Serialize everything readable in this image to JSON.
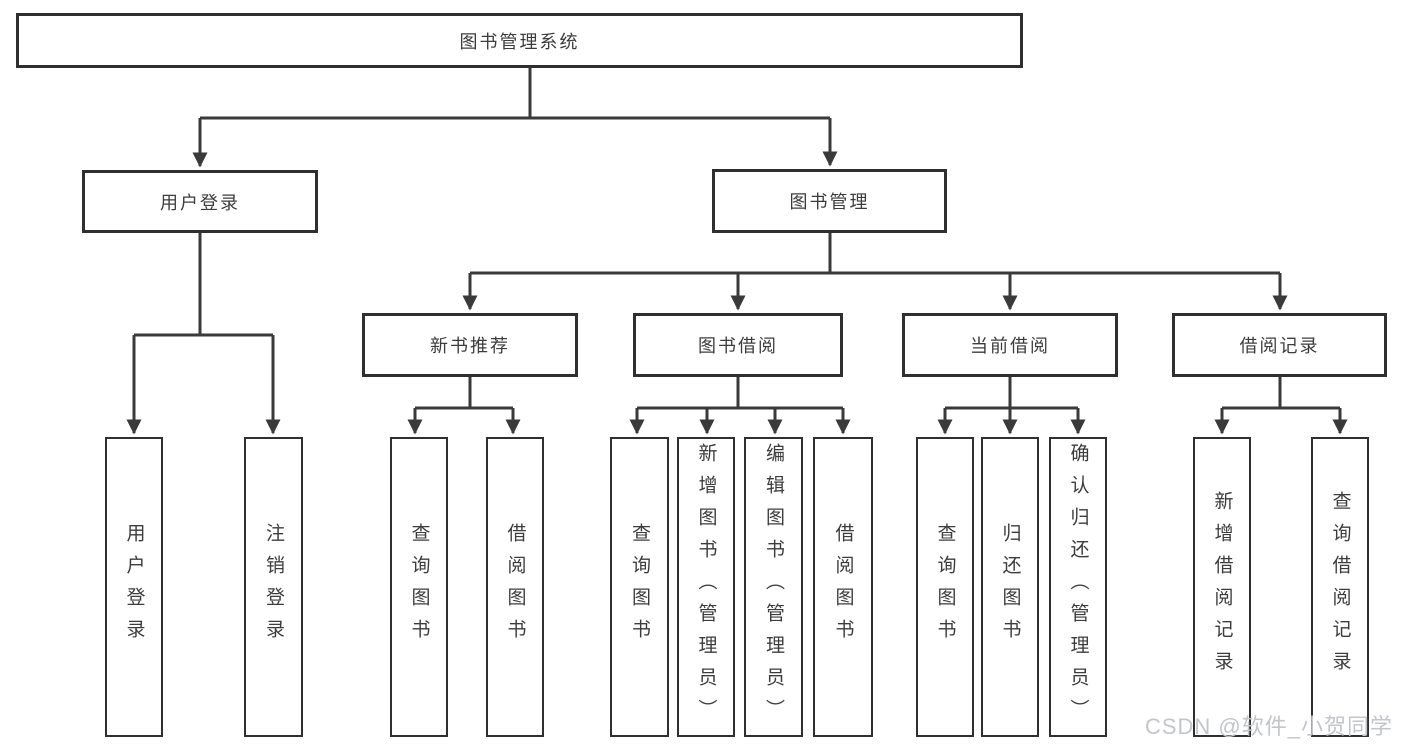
{
  "tree": {
    "root": {
      "label": "图书管理系统",
      "children": [
        {
          "label": "用户登录",
          "children": [
            {
              "label": "用户登录"
            },
            {
              "label": "注销登录"
            }
          ]
        },
        {
          "label": "图书管理",
          "children": [
            {
              "label": "新书推荐",
              "children": [
                {
                  "label": "查询图书"
                },
                {
                  "label": "借阅图书"
                }
              ]
            },
            {
              "label": "图书借阅",
              "children": [
                {
                  "label": "查询图书"
                },
                {
                  "label": "新增图书（管理员）"
                },
                {
                  "label": "编辑图书（管理员）"
                },
                {
                  "label": "借阅图书"
                }
              ]
            },
            {
              "label": "当前借阅",
              "children": [
                {
                  "label": "查询图书"
                },
                {
                  "label": "归还图书"
                },
                {
                  "label": "确认归还（管理员）"
                }
              ]
            },
            {
              "label": "借阅记录",
              "children": [
                {
                  "label": "新增借阅记录"
                },
                {
                  "label": "查询借阅记录"
                }
              ]
            }
          ]
        }
      ]
    }
  },
  "watermark": {
    "text": "CSDN @软件_小贺同学"
  },
  "colors": {
    "background": "#ffffff",
    "box_border": "#2f2f2f",
    "line": "#3a3a3a",
    "text": "#3c3c3c",
    "watermark": "#c2c5c9"
  }
}
